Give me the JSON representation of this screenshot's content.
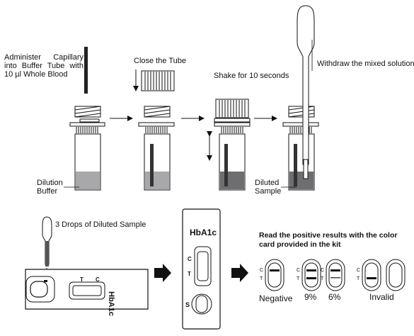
{
  "steps": {
    "administer": [
      "Administer   Capillary",
      "into Buffer Tube with",
      "10 µl Whole Blood"
    ],
    "close": "Close the Tube",
    "shake": "Shake for 10 seconds",
    "withdraw": "Withdraw the mixed solution",
    "dilution_buffer": [
      "Dilution",
      "Buffer"
    ],
    "diluted_sample": [
      "Diluted",
      "Sample"
    ]
  },
  "test": {
    "drops": "3 Drops of Diluted Sample",
    "cassette_name": "HbA1c",
    "cassette_t": "T",
    "cassette_c": "C",
    "big_title": "HbA1c",
    "big_c": "C",
    "big_t": "T",
    "big_s": "S"
  },
  "results": {
    "title": [
      "Read the positive results with the color",
      "card provided in the kit"
    ],
    "c": "C",
    "t": "T",
    "negative": "Negative",
    "pct9": "9%",
    "pct6": "6%",
    "invalid": "Invalid"
  },
  "colors": {
    "buffer_light": "#a8a8aa",
    "buffer_dark": "#6e6e70",
    "line": "#111111"
  }
}
